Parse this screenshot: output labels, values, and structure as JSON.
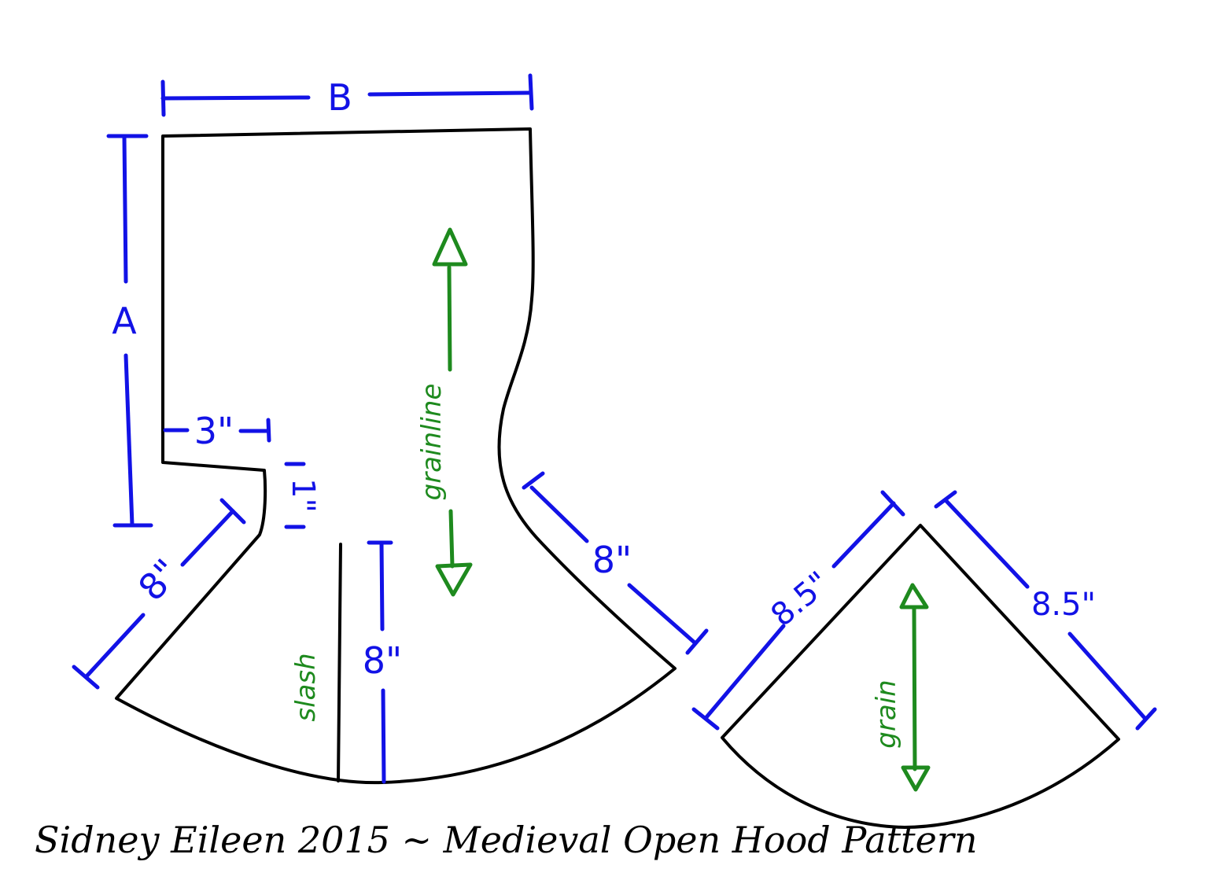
{
  "caption": "Sidney Eileen 2015 ~ Medieval Open Hood Pattern",
  "hood_piece": {
    "width_label": "B",
    "height_label": "A",
    "shoulder_width_label": "3\"",
    "shoulder_drop_label": "1\"",
    "left_slope_label": "8\"",
    "right_slope_label": "8\"",
    "slash_depth_label": "8\"",
    "slash_label": "slash",
    "grainline_label": "grainline"
  },
  "gusset_piece": {
    "left_edge_label": "8.5\"",
    "right_edge_label": "8.5\"",
    "grain_label": "grain"
  },
  "colors": {
    "outline": "#000000",
    "dimension": "#1212e6",
    "grain": "#1e8a1e"
  }
}
